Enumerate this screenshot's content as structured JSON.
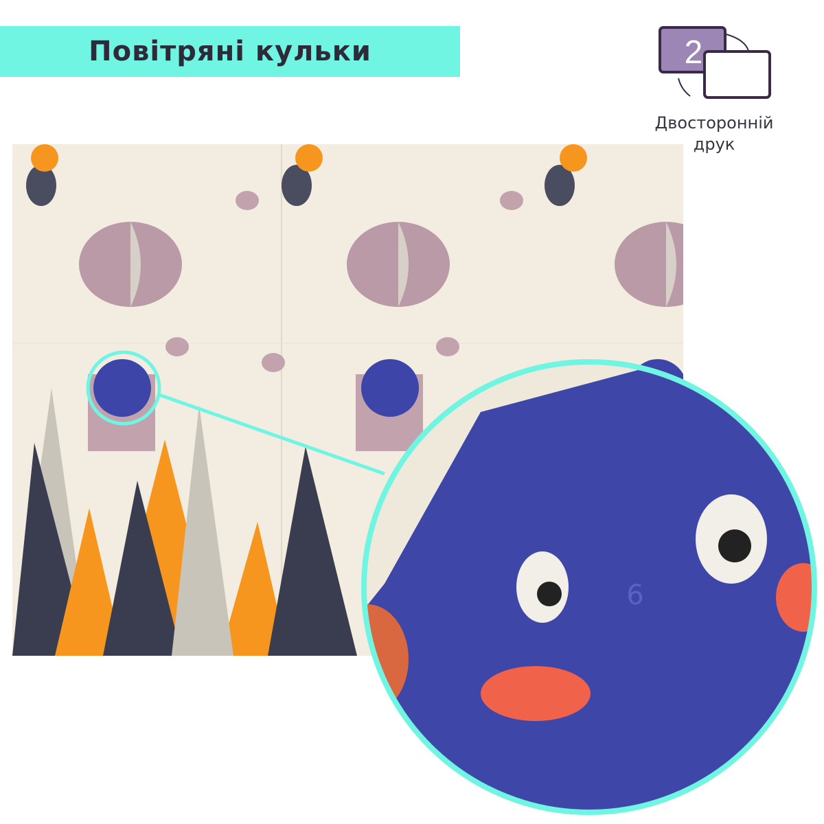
{
  "banner": {
    "title": "Повітряні кульки"
  },
  "duplex": {
    "number": "2",
    "label_line1": "Двосторонній",
    "label_line2": "друк"
  },
  "zoom_detail": {
    "digit": "6"
  },
  "colors": {
    "accent": "#6ff5e2",
    "mat": "#f2ede0",
    "elephant": "#3d45a8",
    "mountain_dark": "#3a3d4f",
    "mountain_orange": "#f7961e",
    "duplex_purple": "#9b86b5"
  }
}
